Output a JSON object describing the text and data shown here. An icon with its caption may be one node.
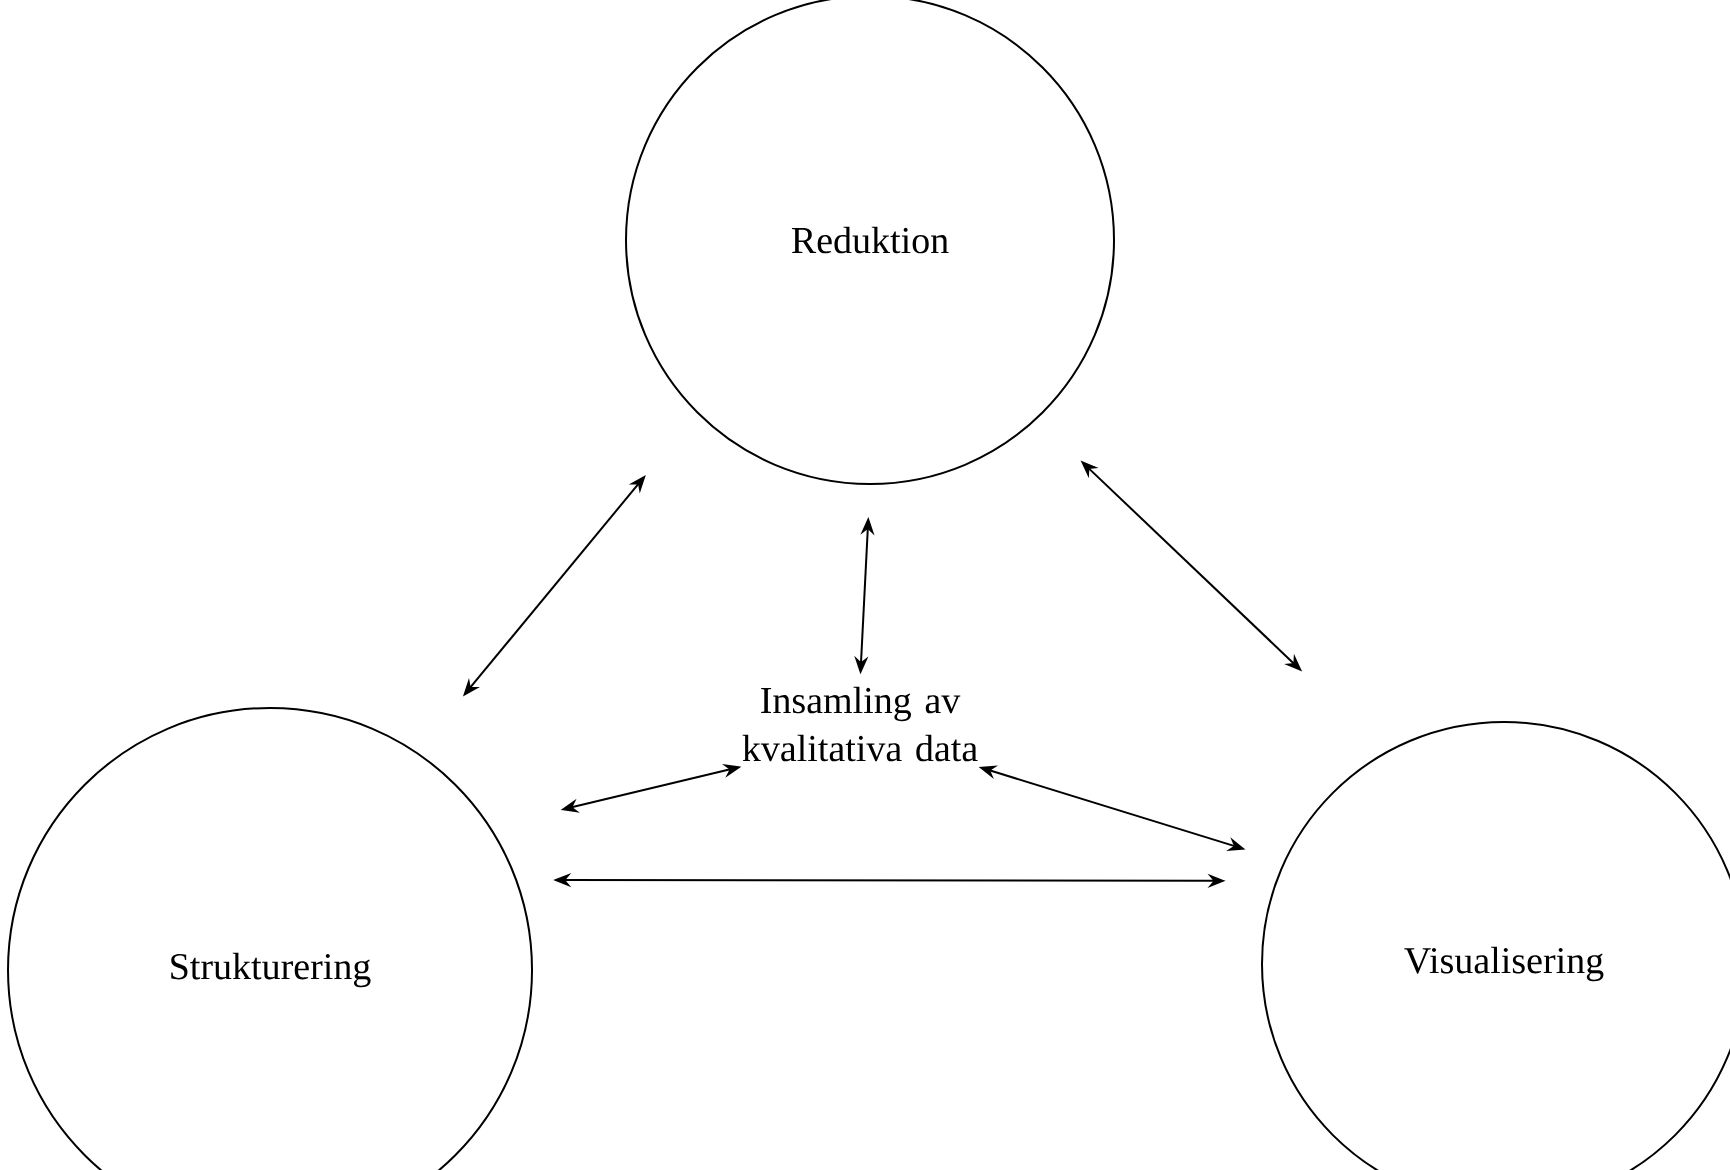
{
  "diagram": {
    "nodes": [
      {
        "text": [
          "Reduktion"
        ]
      },
      {
        "text": [
          "Strukturering"
        ]
      },
      {
        "text": [
          "Visualisering"
        ]
      },
      {
        "text": [
          "Insamling av kvalitativa data"
        ]
      }
    ],
    "edges": [
      {
        "from": 0,
        "to": 1,
        "arrow": "both"
      },
      {
        "from": 0,
        "to": 2,
        "arrow": "both"
      },
      {
        "from": 1,
        "to": 2,
        "arrow": "both"
      },
      {
        "from": 3,
        "to": 0,
        "arrow": "both"
      },
      {
        "from": 3,
        "to": 1,
        "arrow": "both"
      },
      {
        "from": 3,
        "to": 2,
        "arrow": "both"
      }
    ]
  }
}
